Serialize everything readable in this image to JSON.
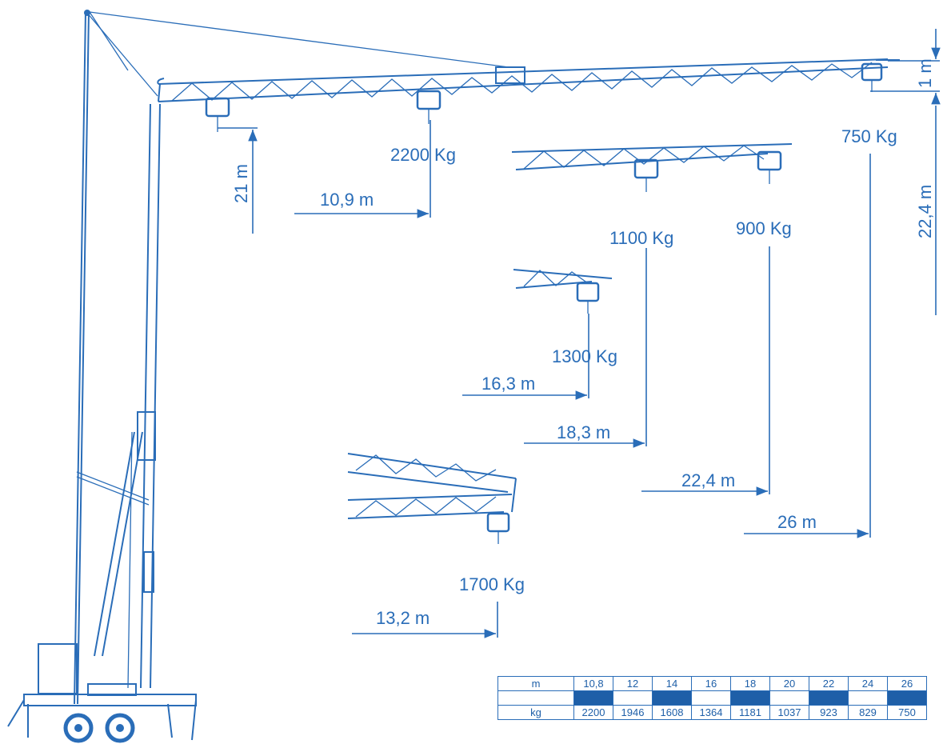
{
  "labels": {
    "load_2200": "2200 Kg",
    "load_750": "750 Kg",
    "load_1100": "1100 Kg",
    "load_900": "900 Kg",
    "load_1300": "1300 Kg",
    "load_1700": "1700 Kg",
    "height_21": "21 m",
    "height_22_4": "22,4 m",
    "hook_1m": "1 m",
    "radius_10_9": "10,9 m",
    "radius_16_3": "16,3 m",
    "radius_18_3": "18,3 m",
    "radius_22_4": "22,4 m",
    "radius_26": "26 m",
    "radius_13_2": "13,2 m"
  },
  "table": {
    "row_m_label": "m",
    "row_kg_label": "kg",
    "radii": [
      "10,8",
      "12",
      "14",
      "16",
      "18",
      "20",
      "22",
      "24",
      "26"
    ],
    "loads": [
      "2200",
      "1946",
      "1608",
      "1364",
      "1181",
      "1037",
      "923",
      "829",
      "750"
    ]
  },
  "colors": {
    "line": "#2a6db8",
    "fill": "#1e5fa8",
    "background": "#ffffff"
  },
  "icons": [
    "crane-mast",
    "crane-jib",
    "hook-trolley",
    "chassis-wheels"
  ]
}
